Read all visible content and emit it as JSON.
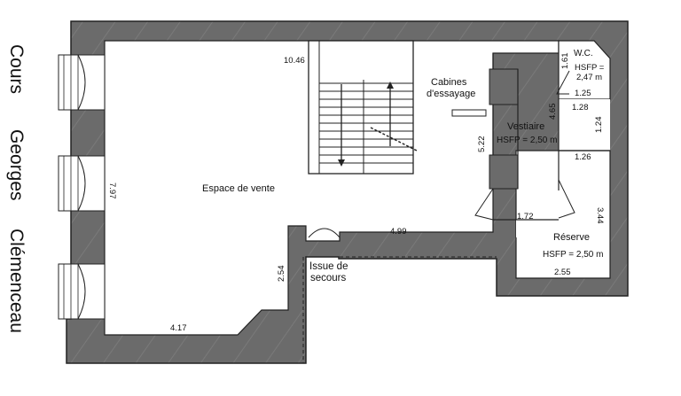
{
  "street": {
    "line1": "Cours",
    "line2": "Georges",
    "line3": "Clémenceau"
  },
  "rooms": {
    "sales": "Espace de vente",
    "fitting_line1": "Cabines",
    "fitting_line2": "d'essayage",
    "cloakroom": "Vestiaire",
    "cloakroom_hsfp": "HSFP = 2,50 m",
    "wc": "W.C.",
    "wc_hsfp_line1": "HSFP =",
    "wc_hsfp_line2": "2,47 m",
    "storage": "Réserve",
    "storage_hsfp": "HSFP = 2,50 m",
    "exit_line1": "Issue de",
    "exit_line2": "secours"
  },
  "dims": {
    "top": "10.46",
    "left": "7.97",
    "bottom": "4.17",
    "exit_wall": "2.54",
    "corridor": "4.99",
    "stair_side": "5.22",
    "cloak_width": "1.72",
    "cloak_depth": "4.65",
    "wc_v": "1.61",
    "wc_h": "1.25",
    "wc_bottom": "1.28",
    "right_v": "1.24",
    "storage_top": "1.26",
    "storage_v": "3.44",
    "storage_bottom": "2.55"
  },
  "colors": {
    "wall": "#6b6b6b",
    "floor": "#ffffff",
    "line": "#111111"
  }
}
